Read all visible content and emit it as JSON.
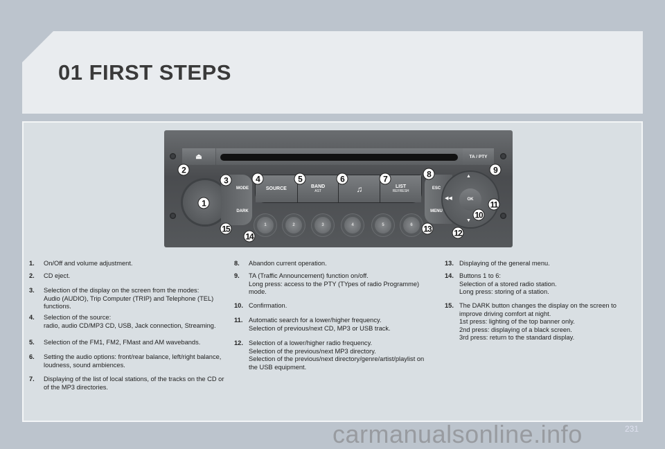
{
  "title": "01 FIRST STEPS",
  "radio": {
    "ta_pty": "TA / PTY",
    "mode": "MODE",
    "dark": "DARK",
    "source": "SOURCE",
    "band": "BAND",
    "band_sub": "AST",
    "music": "♫",
    "list": "LIST",
    "list_sub": "REFRESH",
    "esc": "ESC",
    "menu": "MENU",
    "ok": "OK",
    "presets": [
      "1",
      "2",
      "3",
      "4",
      "5",
      "6"
    ],
    "callouts": [
      "1",
      "2",
      "3",
      "4",
      "5",
      "6",
      "7",
      "8",
      "9",
      "10",
      "11",
      "12",
      "13",
      "14",
      "15"
    ]
  },
  "items": [
    {
      "num": "1.",
      "text": "On/Off and volume adjustment."
    },
    {
      "num": "2.",
      "text": "CD eject."
    },
    {
      "num": "3.",
      "text": "Selection of the display on the screen from the modes:\nAudio (AUDIO), Trip Computer (TRIP) and Telephone (TEL) functions."
    },
    {
      "num": "4.",
      "text": "Selection of the source:\nradio, audio CD/MP3 CD, USB, Jack connection, Streaming."
    },
    {
      "num": "5.",
      "text": "Selection of the FM1, FM2, FMast and AM wavebands."
    },
    {
      "num": "6.",
      "text": "Setting the audio options: front/rear balance, left/right balance, loudness, sound ambiences."
    },
    {
      "num": "7.",
      "text": "Displaying of the list of local stations, of the tracks on the CD or of the MP3 directories."
    },
    {
      "num": "8.",
      "text": "Abandon current operation."
    },
    {
      "num": "9.",
      "text": "TA (Traffic Announcement) function on/off.\nLong press: access to the PTY (TYpes of radio Programme) mode."
    },
    {
      "num": "10.",
      "text": "Confirmation."
    },
    {
      "num": "11.",
      "text": "Automatic search for a lower/higher frequency.\nSelection of previous/next CD, MP3 or USB track."
    },
    {
      "num": "12.",
      "text": "Selection of a lower/higher radio frequency.\nSelection of the previous/next MP3 directory.\nSelection of the previous/next directory/genre/artist/playlist on the USB equipment."
    },
    {
      "num": "13.",
      "text": "Displaying of the general menu."
    },
    {
      "num": "14.",
      "text": "Buttons 1 to 6:\nSelection of a stored radio station.\nLong press: storing of a station."
    },
    {
      "num": "15.",
      "text": "The DARK button changes the display on the screen to improve driving comfort at night.\n1st press: lighting of the top banner only.\n2nd press: displaying of a black screen.\n3rd press: return to the standard display."
    }
  ],
  "page_number": "231",
  "watermark": "carmanualsonline.info"
}
